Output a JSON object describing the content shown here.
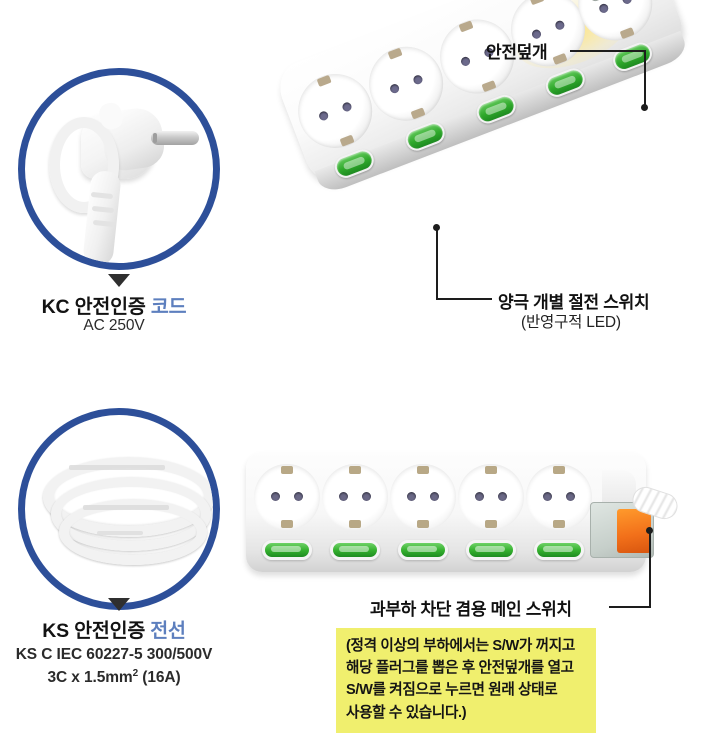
{
  "document": {
    "title": "KC/KS 안전인증 멀티탭 제품 설명",
    "background_color": "#ffffff"
  },
  "colors": {
    "ring_blue": "#2d4f99",
    "accent_text_blue": "#5d7fbe",
    "note_yellow": "#f0ef6e",
    "switch_green": "#2fa92b",
    "main_switch_orange": "#f4761a",
    "leader_line": "#1d1d1d",
    "body_text": "#131313"
  },
  "sections": [
    {
      "id": "top",
      "badge": {
        "icon_name": "power-plug-photo",
        "ring_color": "#2d4f99",
        "pointer_icon": "triangle-down-icon"
      },
      "caption": {
        "main_prefix": "KC 안전인증",
        "main_accent": "코드",
        "sub": "AC 250V"
      },
      "product": {
        "name": "angled-power-strip",
        "socket_count": 5,
        "switch_count": 5,
        "has_main_switch": true
      },
      "annotations": [
        {
          "id": "safety-cover",
          "label": "안전덮개",
          "sublabel": "",
          "leader": "elbow-right-down"
        },
        {
          "id": "individual-switch",
          "label": "양극 개별 절전 스위치",
          "sublabel": "(반영구적 LED)",
          "leader": "elbow-down-right"
        }
      ]
    },
    {
      "id": "bottom",
      "badge": {
        "icon_name": "coiled-power-cable-photo",
        "ring_color": "#2d4f99",
        "pointer_icon": "triangle-down-icon"
      },
      "caption": {
        "main_prefix": "KS 안전인증",
        "main_accent": "전선",
        "sub_line1": "KS C IEC 60227-5 300/500V",
        "sub_line2_pre": "3C x 1.5mm",
        "sub_line2_sup": "2",
        "sub_line2_post": "  (16A)"
      },
      "product": {
        "name": "front-view-power-strip",
        "socket_count": 5,
        "switch_count": 5,
        "has_main_switch": true
      },
      "annotations": [
        {
          "id": "main-switch",
          "label": "과부하 차단 겸용 메인 스위치",
          "leader": "elbow-right-down"
        }
      ],
      "note": {
        "background": "#f0ef6e",
        "lines": [
          "(정격 이상의 부하에서는 S/W가 꺼지고",
          "해당 플러그를 뽑은 후 안전덮개를 열고",
          "S/W를 켜짐으로 누르면 원래 상태로",
          "사용할 수 있습니다.)"
        ]
      }
    }
  ]
}
